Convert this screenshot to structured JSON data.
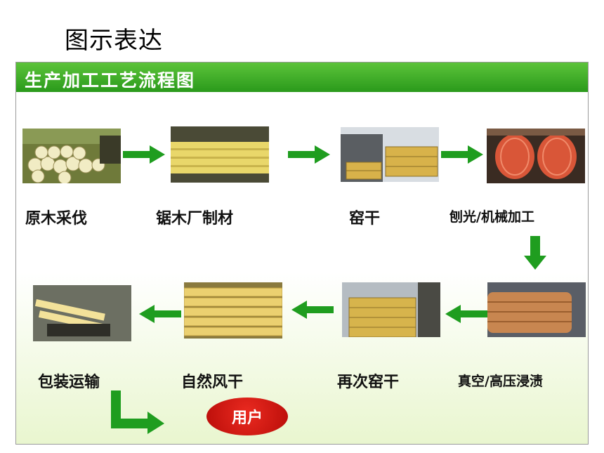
{
  "page_title": "图示表达",
  "panel_title": "生产加工工艺流程图",
  "steps": [
    {
      "label": "原木采伐"
    },
    {
      "label": "锯木厂制材"
    },
    {
      "label": "窑干"
    },
    {
      "label": "刨光/机械加工"
    },
    {
      "label": "真空/高压浸渍"
    },
    {
      "label": "再次窑干"
    },
    {
      "label": "自然风干"
    },
    {
      "label": "包装运输"
    }
  ],
  "end_node": "用户",
  "colors": {
    "header_green": "#2a9a1b",
    "arrow_green": "#1f9d1f",
    "user_red": "#cc1a12"
  }
}
